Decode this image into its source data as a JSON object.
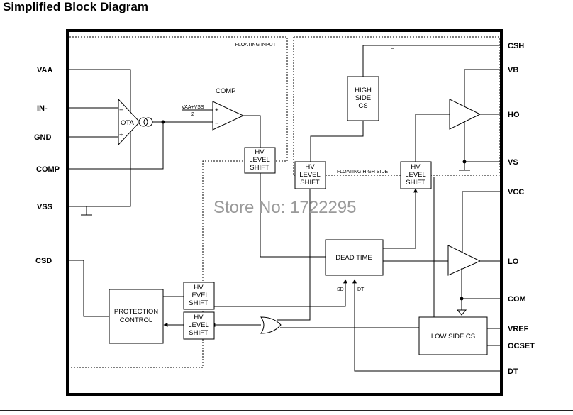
{
  "title": "Simplified Block Diagram",
  "watermark": "Store No: 1722295",
  "pins_left": {
    "vaa": "VAA",
    "in_minus": "IN-",
    "gnd": "GND",
    "comp": "COMP",
    "vss": "VSS",
    "csd": "CSD"
  },
  "pins_right": {
    "csh": "CSH",
    "vb": "VB",
    "ho": "HO",
    "vs": "VS",
    "vcc": "VCC",
    "lo": "LO",
    "com": "COM",
    "vref": "VREF",
    "ocset": "OCSET",
    "dt": "DT"
  },
  "regions": {
    "floating_input": "FLOATING INPUT",
    "floating_high_side": "FLOATING HIGH SIDE"
  },
  "blocks": {
    "ota": "OTA",
    "comp_title": "COMP",
    "comp_ref_top": "VAA+VSS",
    "comp_ref_bottom": "2",
    "hv_shift_line1": "HV",
    "hv_shift_line2": "LEVEL",
    "hv_shift_line3": "SHIFT",
    "high_side_cs_line1": "HIGH",
    "high_side_cs_line2": "SIDE",
    "high_side_cs_line3": "CS",
    "dead_time": "DEAD TIME",
    "dead_time_sd": "SD",
    "dead_time_dt": "DT",
    "protection_line1": "PROTECTION",
    "protection_line2": "CONTROL",
    "low_side_cs": "LOW SIDE CS"
  },
  "signs": {
    "minus": "−",
    "plus": "+"
  }
}
